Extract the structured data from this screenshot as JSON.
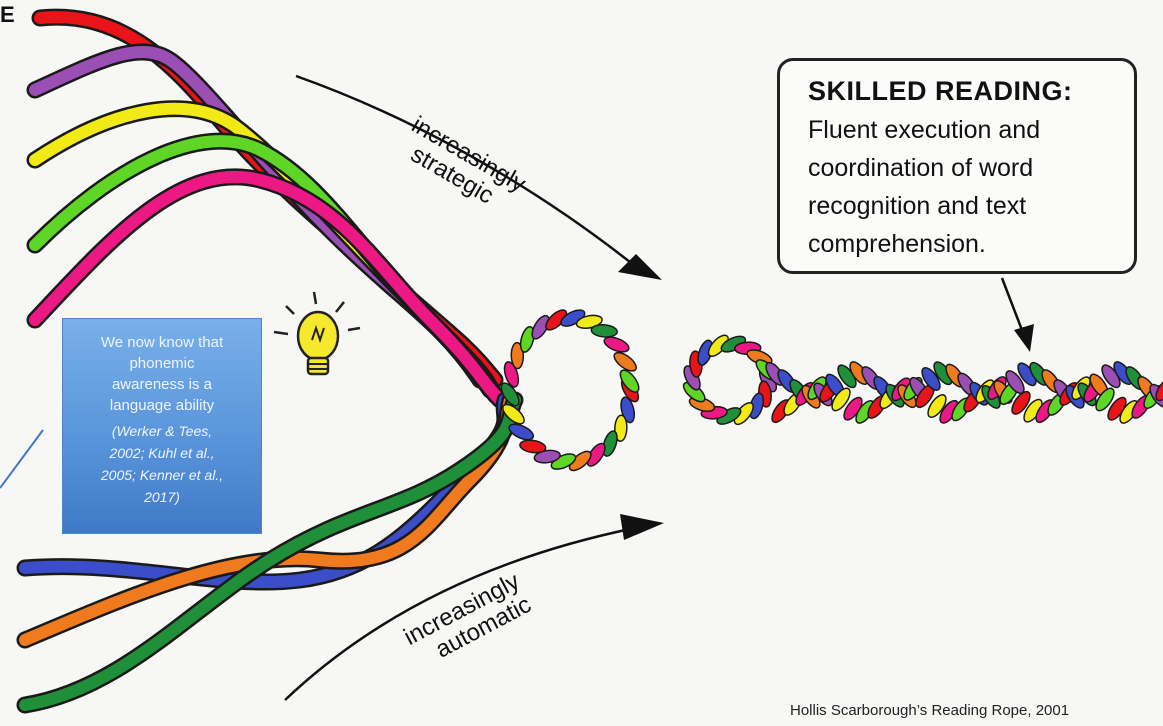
{
  "corner_letter": "E",
  "skilled_reading": {
    "title": "SKILLED READING:",
    "lines": [
      "Fluent execution and",
      "coordination of word",
      "recognition and text",
      "comprehension."
    ]
  },
  "strategic_label": {
    "line1": "increasingly",
    "line2": "strategic"
  },
  "automatic_label": {
    "line1": "increasingly",
    "line2": "automatic"
  },
  "note": {
    "lines": [
      "We now know that",
      "phonemic",
      "awareness is a",
      "language ability"
    ],
    "citation_lines": [
      "(Werker & Tees,",
      "2002; Kuhl et al.,",
      "2005; Kenner et al.,",
      "2017)"
    ]
  },
  "credit": "Hollis Scarborough’s Reading Rope, 2001",
  "colors": {
    "strand_red": "#e8141a",
    "strand_purple": "#9b4fb4",
    "strand_yellow": "#f2ea16",
    "strand_lime": "#5fd626",
    "strand_pink": "#ec1884",
    "strand_blue": "#3b4dc9",
    "strand_orange": "#f07a1e",
    "strand_green": "#1f8f3a",
    "note_blue": "#5a95db",
    "bulb_yellow": "#f6e82a"
  },
  "icons": [
    "lightbulb-icon",
    "arrow-icon"
  ]
}
